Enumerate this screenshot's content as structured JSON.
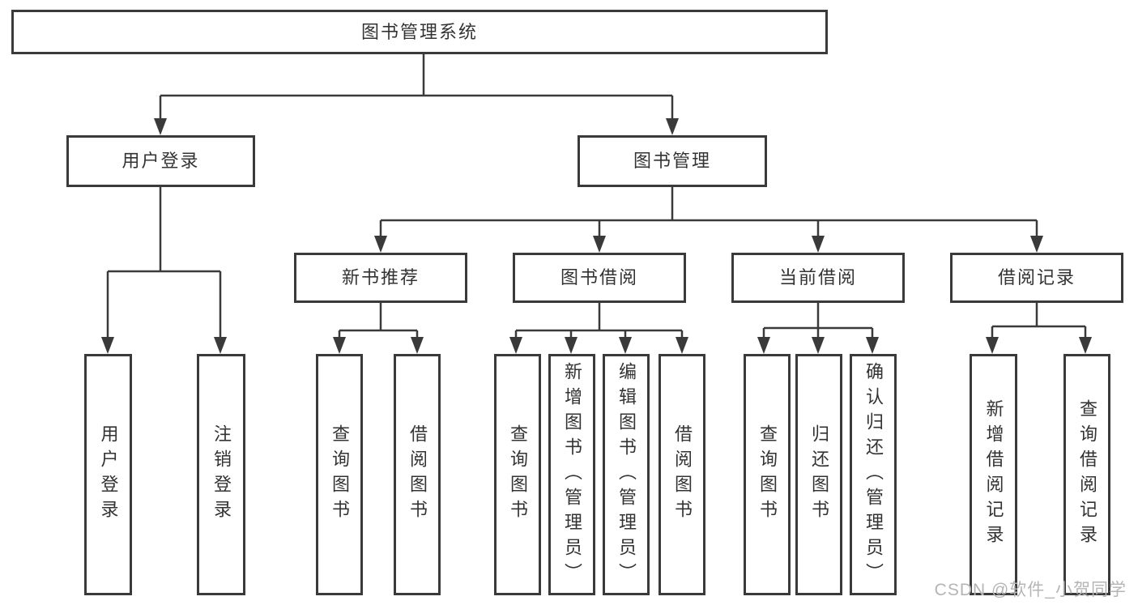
{
  "diagram": {
    "root": {
      "label": "图书管理系统"
    },
    "level1": [
      {
        "label": "用户登录"
      },
      {
        "label": "图书管理"
      }
    ],
    "level2": [
      {
        "label": "新书推荐"
      },
      {
        "label": "图书借阅"
      },
      {
        "label": "当前借阅"
      },
      {
        "label": "借阅记录"
      }
    ],
    "leaves": {
      "user_login": [
        "用户登录",
        "注销登录"
      ],
      "new_book_recommend": [
        "查询图书",
        "借阅图书"
      ],
      "book_borrow": [
        "查询图书",
        "新增图书（管理员）",
        "编辑图书（管理员）",
        "借阅图书"
      ],
      "current_borrow": [
        "查询图书",
        "归还图书",
        "确认归还（管理员）"
      ],
      "borrow_records": [
        "新增借阅记录",
        "查询借阅记录"
      ]
    },
    "colors": {
      "line": "#3a3a3a",
      "text": "#333333",
      "background": "#ffffff",
      "watermark": "#b5b5b5"
    },
    "watermark": "CSDN @软件_小贺同学"
  }
}
